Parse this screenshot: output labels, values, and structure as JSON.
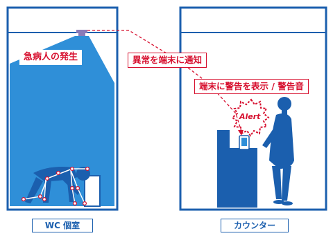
{
  "rooms": {
    "wc_label": "WC 個室",
    "counter_label": "カウンター"
  },
  "messages": {
    "emergency": "急病人の発生",
    "notify": "異常を端末に通知",
    "warning": "端末に警告を表示 / 警告音"
  },
  "alert_badge": "Alert",
  "colors": {
    "brand_blue": "#1b5fae",
    "light_blue": "#2f8fd8",
    "alert_red": "#d7102f",
    "sensor_purple": "#8a7ab8"
  }
}
